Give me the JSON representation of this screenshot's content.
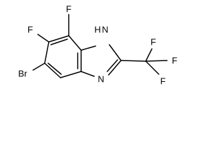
{
  "molecule": {
    "atoms": {
      "f_top": "F",
      "f_left": "F",
      "br": "Br",
      "nh_h": "H",
      "nh_n": "N",
      "n_imine": "N",
      "cf3_f_top": "F",
      "cf3_f_right": "F",
      "cf3_f_bottom": "F"
    }
  }
}
